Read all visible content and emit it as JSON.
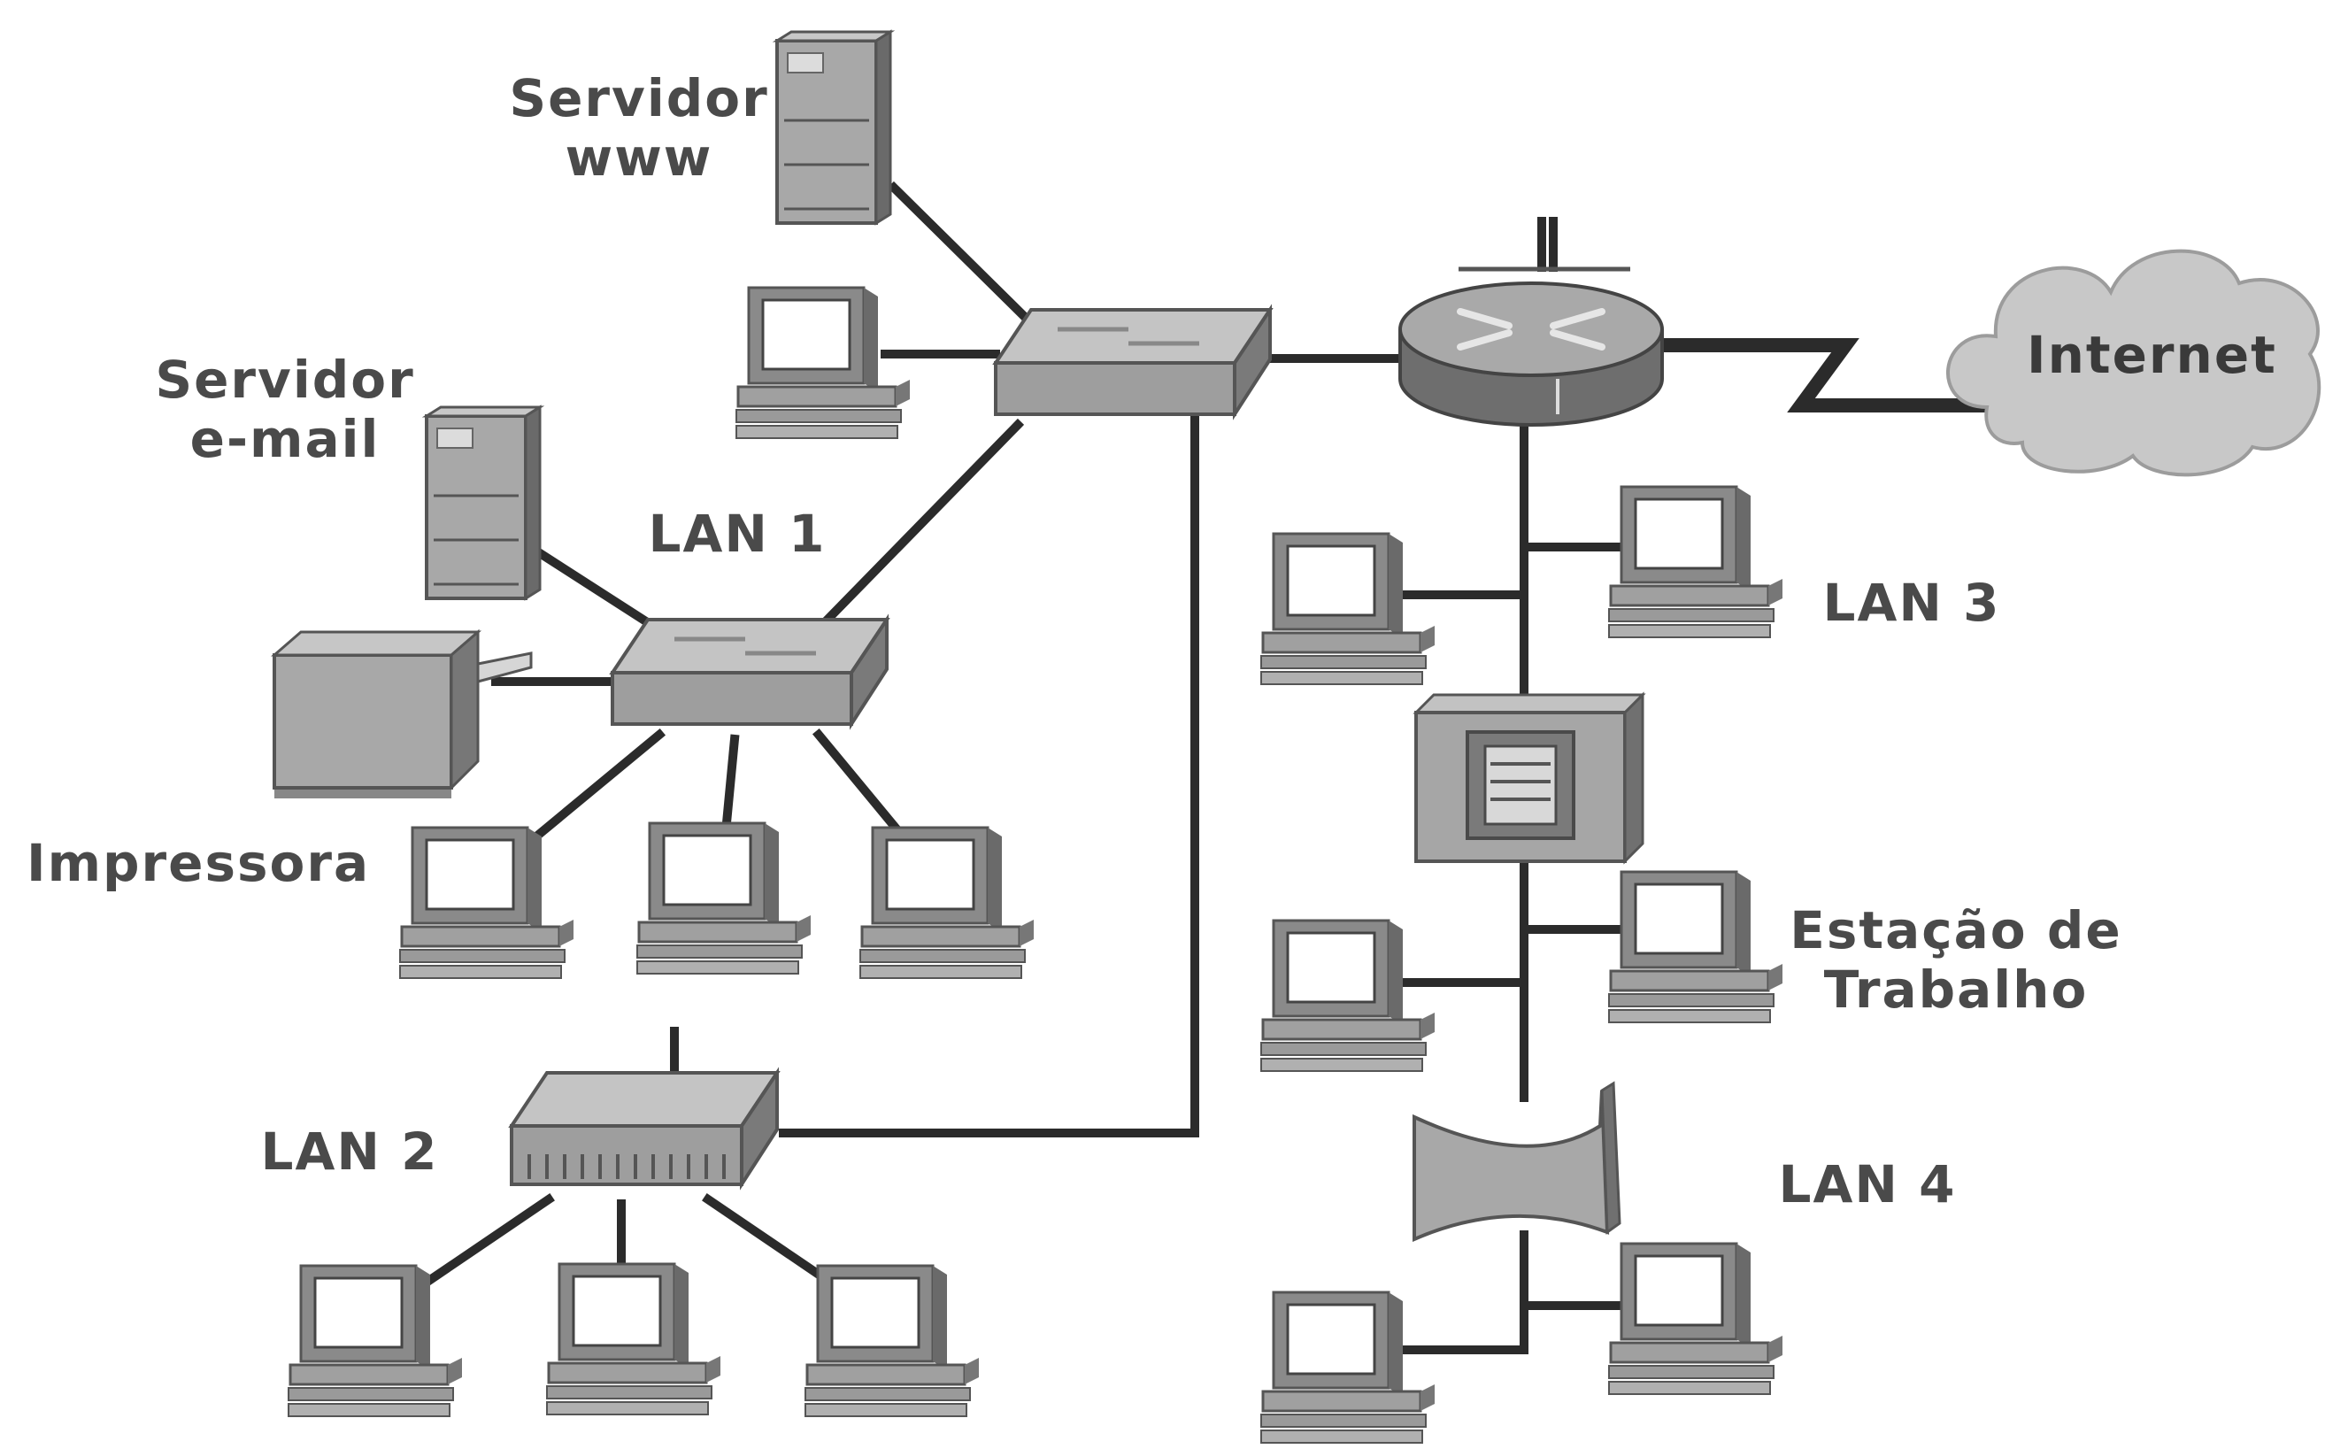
{
  "labels": {
    "servidor_www": "Servidor\nwww",
    "servidor_email": "Servidor\ne-mail",
    "lan1": "LAN 1",
    "lan2": "LAN 2",
    "lan3": "LAN 3",
    "lan4": "LAN 4",
    "impressora": "Impressora",
    "internet": "Internet",
    "estacao": "Estação de\nTrabalho"
  },
  "colors": {
    "line": "#2b2b2b",
    "device_face": "#a9a9a9",
    "device_dark": "#6e6e6e",
    "device_light": "#d4d4d4",
    "screen": "#ffffff",
    "cloud": "#c8c8c8",
    "text": "#4a4a4a"
  }
}
